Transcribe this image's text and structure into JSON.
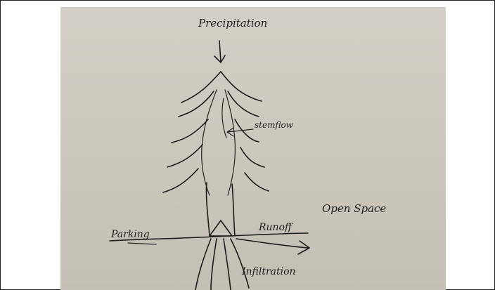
{
  "diagram": {
    "labels": {
      "precipitation": "Precipitation",
      "stemflow": "stemflow",
      "open_space": "Open Space",
      "parking": "Parking",
      "runoff": "Runoff",
      "infiltration": "Infiltration"
    },
    "colors": {
      "paper": "#cfcac0",
      "ink": "#1c1c1c",
      "frame": "#222222"
    }
  }
}
